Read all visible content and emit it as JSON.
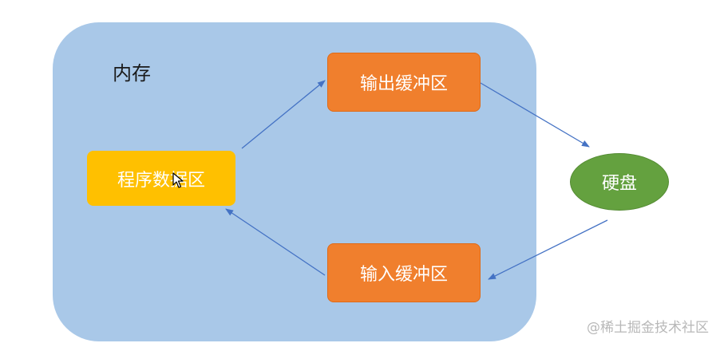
{
  "diagram": {
    "memory_label": "内存",
    "nodes": {
      "program_data": "程序数据区",
      "output_buffer": "输出缓冲区",
      "input_buffer": "输入缓冲区",
      "disk": "硬盘"
    },
    "colors": {
      "memory_fill": "#a9c8e8",
      "program_data_fill": "#ffc000",
      "buffer_fill": "#f07f2d",
      "disk_fill": "#64a13f",
      "arrow": "#4472c4"
    },
    "edges": [
      {
        "from": "程序数据区",
        "to": "输出缓冲区"
      },
      {
        "from": "输出缓冲区",
        "to": "硬盘"
      },
      {
        "from": "硬盘",
        "to": "输入缓冲区"
      },
      {
        "from": "输入缓冲区",
        "to": "程序数据区"
      }
    ]
  },
  "cursor_icon": "mouse-pointer-icon",
  "watermark": "@稀土掘金技术社区"
}
